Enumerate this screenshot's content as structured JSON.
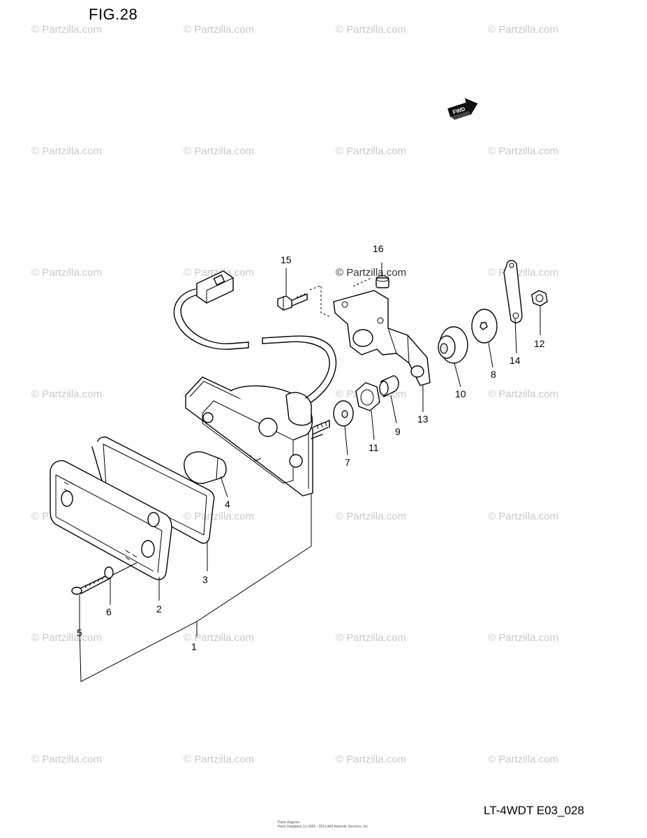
{
  "header": {
    "figure_label": "FIG.28"
  },
  "footer": {
    "model_code": "LT-4WDT E03_028",
    "copyright_lines": [
      "Parts diagram",
      "Parts Database (c) 2001 - 2013 ARI Network Services, Inc."
    ]
  },
  "watermark": {
    "text": "© Partzilla.com"
  },
  "fwd_badge": {
    "label": "FWD"
  },
  "callouts": {
    "c1": "1",
    "c2": "2",
    "c3": "3",
    "c4": "4",
    "c5": "5",
    "c6": "6",
    "c7": "7",
    "c8": "8",
    "c9": "9",
    "c10": "10",
    "c11": "11",
    "c12": "12",
    "c13": "13",
    "c14": "14",
    "c15": "15",
    "c16": "16"
  },
  "colors": {
    "line": "#000000",
    "watermark": "#c9c9c9",
    "background": "#ffffff"
  }
}
